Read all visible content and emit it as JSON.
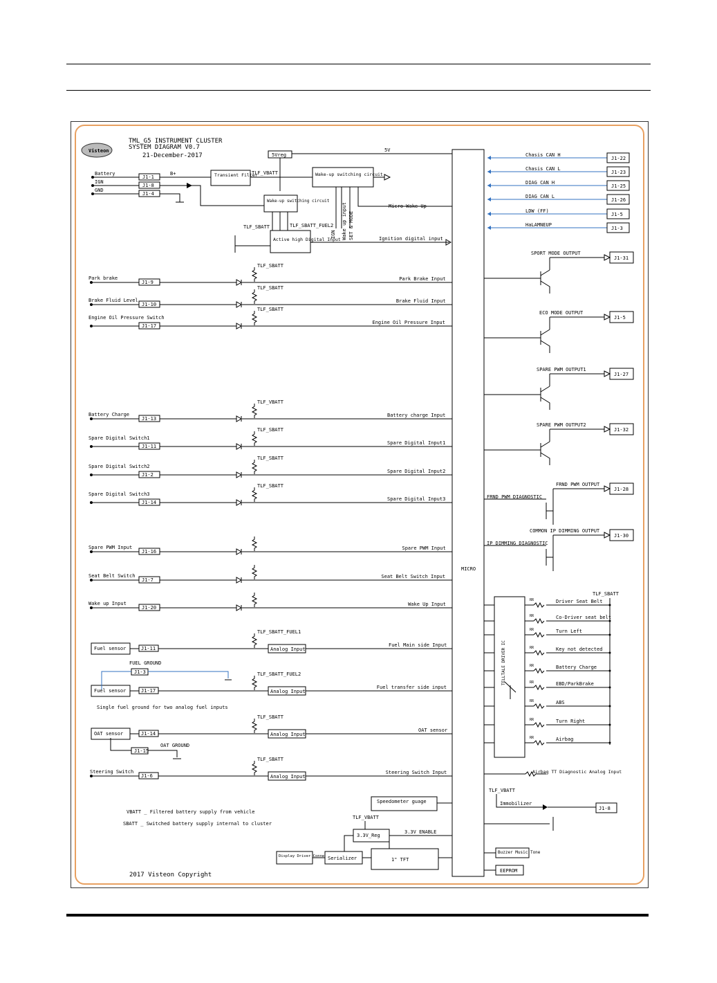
{
  "header": {
    "title_line1": "TML_G5 INSTRUMENT CLUSTER",
    "title_line2": "SYSTEM DIAGRAM V0.7",
    "date": "21-December-2017",
    "logo_text": "Visteon"
  },
  "center": {
    "micro": "MICRO",
    "five_v": "5V",
    "five_v_reg": "5Vreg",
    "transient_filter": "Transient Filter",
    "wakeup_switching_1": "Wake-up switching circuit",
    "wakeup_switching_2": "Wake-up switching circuit",
    "active_high": "Active high Digital Input",
    "micro_wake_up": "Micro Wake Up",
    "ignition_input": "Ignition digital input",
    "ign_label": "IGN",
    "wake_up_input_v": "Wake up input",
    "set_mode": "SET & MODE",
    "tlf_vbatt": "TLF_VBATT",
    "tlf_sbatt": "TLF_SBATT",
    "tlf_sbatt_fuel2": "TLF_SBATT_FUEL2",
    "tlf_sbatt_fuel1": "TLF_SBATT_FUEL1",
    "five_v_small": "5V",
    "b_plus": "B+"
  },
  "power_inputs": [
    {
      "label": "Battery",
      "pin": "J1-1"
    },
    {
      "label": "IGN",
      "pin": "J1-8"
    },
    {
      "label": "GND",
      "pin": "J1-4"
    }
  ],
  "digital_inputs": [
    {
      "label": "Park brake",
      "pin": "J1-9",
      "net": "TLF_SBATT",
      "signal": "Park Brake Input"
    },
    {
      "label": "Brake Fluid Level",
      "pin": "J1-10",
      "net": "TLF_SBATT",
      "signal": "Brake Fluid Input"
    },
    {
      "label": "Engine Oil Pressure Switch",
      "pin": "J1-17",
      "net": "TLF_SBATT",
      "signal": "Engine Oil Pressure Input"
    },
    {
      "label": "Battery Charge",
      "pin": "J1-13",
      "net": "TLF_VBATT",
      "signal": "Battery charge Input"
    },
    {
      "label": "Spare Digital Switch1",
      "pin": "J1-11",
      "net": "TLF_SBATT",
      "signal": "Spare Digital Input1"
    },
    {
      "label": "Spare Digital Switch2",
      "pin": "J1-2",
      "net": "TLF_SBATT",
      "signal": "Spare Digital Input2"
    },
    {
      "label": "Spare Digital Switch3",
      "pin": "J1-14",
      "net": "TLF_SBATT",
      "signal": "Spare Digital Input3"
    },
    {
      "label": "Spare PWM Input",
      "pin": "J1-16",
      "net": "",
      "signal": "Spare PWM Input"
    },
    {
      "label": "Seat Belt Switch",
      "pin": "J1-7",
      "net": "",
      "signal": "Seat Belt Switch Input"
    },
    {
      "label": "Wake up Input",
      "pin": "J1-20",
      "net": "",
      "signal": "Wake Up Input"
    }
  ],
  "analog_inputs": [
    {
      "label": "Fuel sensor",
      "pin": "J1-11",
      "net": "TLF_SBATT_FUEL1",
      "block": "Analog Input",
      "signal": "Fuel Main side Input"
    },
    {
      "label": "Fuel sensor",
      "pin": "J1-17",
      "net": "TLF_SBATT_FUEL2",
      "block": "Analog Input",
      "signal": "Fuel transfer side input"
    },
    {
      "label": "OAT sensor",
      "pin": "J1-14",
      "net": "TLF_SBATT",
      "block": "Analog Input",
      "signal": "OAT sensor"
    },
    {
      "label": "Steering Switch",
      "pin": "J1-6",
      "net": "TLF_SBATT",
      "block": "Analog Input",
      "signal": "Steering Switch Input"
    }
  ],
  "fuel_ground": {
    "label": "FUEL GROUND",
    "pin": "J1-3",
    "note": "Single fuel ground for two analog fuel inputs"
  },
  "oat_ground": {
    "label": "OAT GROUND",
    "pin": "J1-15"
  },
  "right_bus": [
    {
      "label": "Chasis CAN H",
      "pin": "J1-22"
    },
    {
      "label": "Chasis CAN L",
      "pin": "J1-23"
    },
    {
      "label": "DIAG CAN H",
      "pin": "J1-25"
    },
    {
      "label": "DIAG CAN L",
      "pin": "J1-26"
    },
    {
      "label": "LDW (FF)",
      "pin": "J1-5"
    },
    {
      "label": "HaLAMNEUP",
      "pin": "J1-3"
    }
  ],
  "outputs": [
    {
      "label": "SPORT MODE OUTPUT",
      "pin": "J1-31"
    },
    {
      "label": "ECO MODE OUTPUT",
      "pin": "J1-5"
    },
    {
      "label": "SPARE PWM OUTPUT1",
      "pin": "J1-27"
    },
    {
      "label": "SPARE PWM OUTPUT2",
      "pin": "J1-32"
    },
    {
      "label": "FRND PWM OUTPUT",
      "pin": "J1-28",
      "diag": "FRND PWM DIAGNOSTIC"
    },
    {
      "label": "COMMON IP DIMMING OUTPUT",
      "pin": "J1-30",
      "diag": "IP DIMMING DIAGNOSTIC"
    }
  ],
  "telltales": {
    "driver_label": "TELLTALE DRIVER IC",
    "net": "TLF_SBATT",
    "resistor_label": "RR",
    "items": [
      "Driver Seat Belt",
      "Co-Driver seat belt",
      "Turn Left",
      "Key not detected",
      "Battery Charge",
      "EBD/ParkBrake",
      "ABS",
      "Turn Right",
      "Airbag"
    ],
    "airbag_diag": "Airbag TT Diagnostic Analog Input"
  },
  "bottom": {
    "speedo": "Speedometer guage",
    "reg": "3.3V_Reg",
    "enable": "3.3V ENABLE",
    "tlf_vbatt": "TLF_VBATT",
    "serializer": "Serializer",
    "display_conn": "Display Driver Connector",
    "tft": "1\" TFT",
    "buzzer": "Buzzer Music Tone",
    "eeprom": "EEPROM",
    "immobilizer": "Immobilizer",
    "immo_net": "TLF_VBATT",
    "immo_pin": "J1-8",
    "note1": "VBATT _ Filtered battery supply from vehicle",
    "note2": "SBATT _ Switched battery supply internal to cluster",
    "copyright": "2017 Visteon Copyright"
  }
}
